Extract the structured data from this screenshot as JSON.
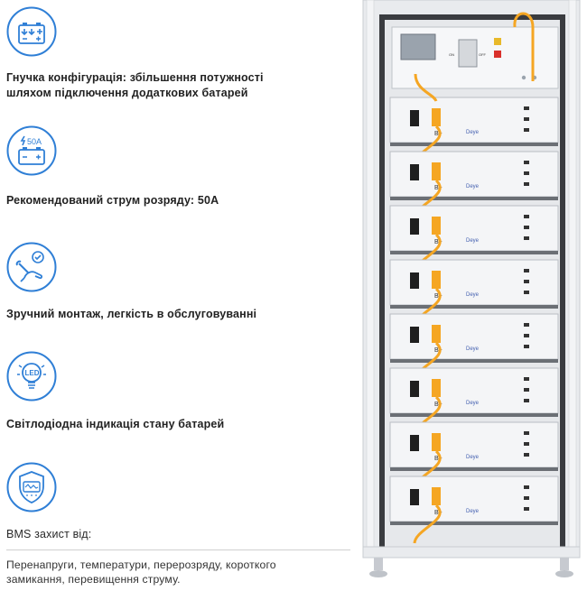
{
  "features": [
    {
      "icon": "battery-charge-icon",
      "text": "Гнучка конфігурація: збільшення потужності шляхом підключення додаткових батарей"
    },
    {
      "icon": "battery-current-icon",
      "icon_label": "50A",
      "text": "Рекомендований струм розряду: 50A"
    },
    {
      "icon": "maintenance-wrench-icon",
      "text": "Зручний монтаж, легкість в обслуговуванні"
    },
    {
      "icon": "led-bulb-icon",
      "icon_label": "LED",
      "text": "Світлодіодна індикація стану батарей"
    },
    {
      "icon": "bms-shield-icon",
      "text": "BMS захист від:"
    }
  ],
  "bms_detail": "Перенапруги, температури, перерозряду, короткого замикання, перевищення струму.",
  "rack": {
    "brand": "Deye",
    "terminal": "B+",
    "control_labels": {
      "on": "ON",
      "off": "OFF"
    }
  },
  "colors": {
    "icon_blue": "#2f7fd6",
    "cable_orange": "#f5a623",
    "rack_frame": "#e2e4e8",
    "module_face": "#f4f5f7",
    "divider": "#cfcfcf"
  }
}
